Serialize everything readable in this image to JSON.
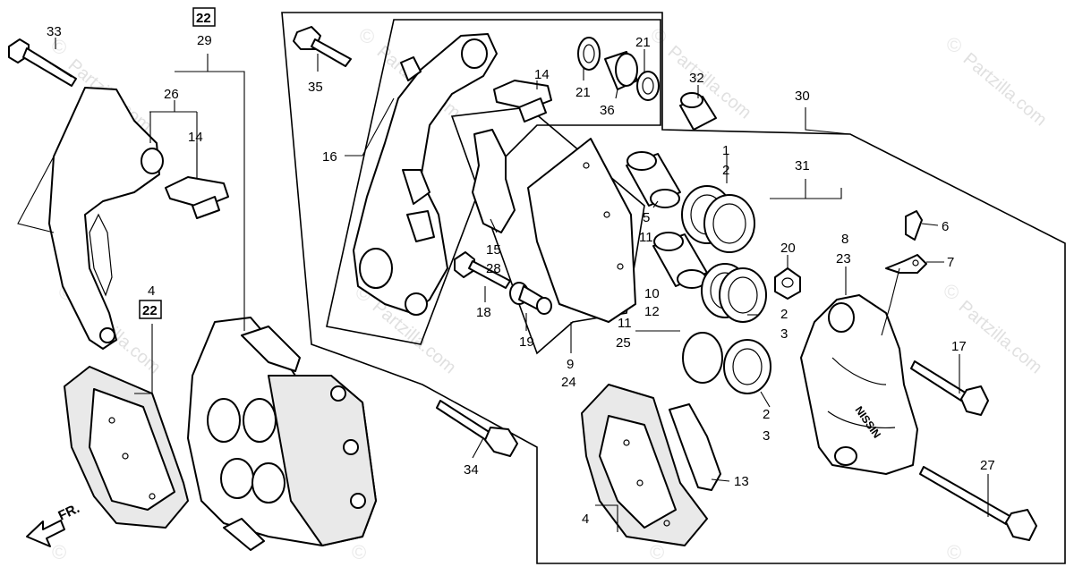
{
  "diagram": {
    "watermark": "Partzilla.com",
    "copyright_symbol": "©",
    "direction_label": "FR.",
    "caliper_badge": "NISSIN",
    "boxed_refs": [
      "22"
    ],
    "callouts": [
      {
        "id": "c33",
        "text": "33"
      },
      {
        "id": "c22a",
        "text": "22",
        "boxed": true
      },
      {
        "id": "c29",
        "text": "29"
      },
      {
        "id": "c26",
        "text": "26"
      },
      {
        "id": "c14a",
        "text": "14"
      },
      {
        "id": "c4a",
        "text": "4"
      },
      {
        "id": "c22b",
        "text": "22",
        "boxed": true
      },
      {
        "id": "c35",
        "text": "35"
      },
      {
        "id": "c16",
        "text": "16"
      },
      {
        "id": "c14b",
        "text": "14"
      },
      {
        "id": "c21a",
        "text": "21"
      },
      {
        "id": "c21b",
        "text": "21"
      },
      {
        "id": "c36",
        "text": "36"
      },
      {
        "id": "c32",
        "text": "32"
      },
      {
        "id": "c30",
        "text": "30"
      },
      {
        "id": "c31",
        "text": "31"
      },
      {
        "id": "c1",
        "text": "1"
      },
      {
        "id": "c2a",
        "text": "2"
      },
      {
        "id": "c5",
        "text": "5"
      },
      {
        "id": "c11a",
        "text": "11"
      },
      {
        "id": "c15",
        "text": "15"
      },
      {
        "id": "c28",
        "text": "28"
      },
      {
        "id": "c18",
        "text": "18"
      },
      {
        "id": "c19",
        "text": "19"
      },
      {
        "id": "c9",
        "text": "9"
      },
      {
        "id": "c24",
        "text": "24"
      },
      {
        "id": "c20",
        "text": "20"
      },
      {
        "id": "c10",
        "text": "10"
      },
      {
        "id": "c12",
        "text": "12"
      },
      {
        "id": "c11b",
        "text": "11"
      },
      {
        "id": "c25",
        "text": "25"
      },
      {
        "id": "c2b",
        "text": "2"
      },
      {
        "id": "c3a",
        "text": "3"
      },
      {
        "id": "c2c",
        "text": "2"
      },
      {
        "id": "c3b",
        "text": "3"
      },
      {
        "id": "c6",
        "text": "6"
      },
      {
        "id": "c7",
        "text": "7"
      },
      {
        "id": "c8",
        "text": "8"
      },
      {
        "id": "c23",
        "text": "23"
      },
      {
        "id": "c17",
        "text": "17"
      },
      {
        "id": "c27",
        "text": "27"
      },
      {
        "id": "c13",
        "text": "13"
      },
      {
        "id": "c4b",
        "text": "4"
      },
      {
        "id": "c34",
        "text": "34"
      }
    ]
  }
}
